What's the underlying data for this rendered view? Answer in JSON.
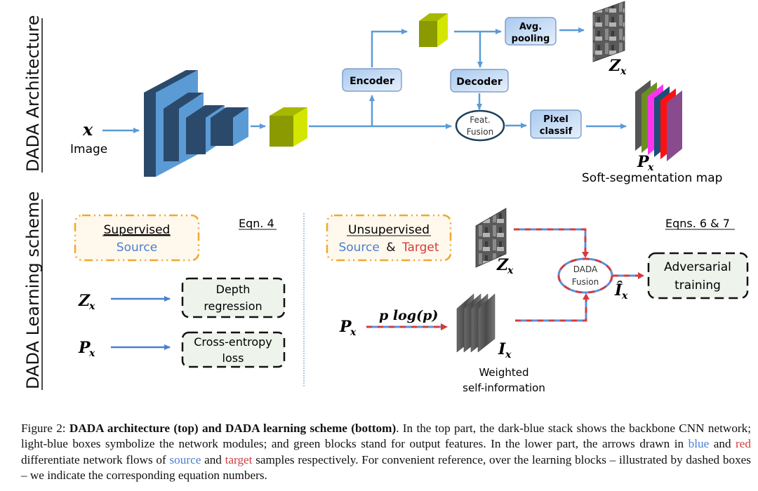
{
  "sections": {
    "architecture_label": "DADA Architecture",
    "learning_label": "DADA Learning scheme"
  },
  "architecture": {
    "input_symbol": "x",
    "input_label": "Image",
    "modules": {
      "encoder": "Encoder",
      "decoder": "Decoder",
      "avg_pooling_line1": "Avg.",
      "avg_pooling_line2": "pooling",
      "pixel_classif_line1": "Pixel",
      "pixel_classif_line2": "classif",
      "feat_fusion_line1": "Feat.",
      "feat_fusion_line2": "Fusion"
    },
    "depth_output_symbol": "Z",
    "depth_output_subscript": "x",
    "seg_output_symbol": "P",
    "seg_output_subscript": "x",
    "seg_output_label": "Soft-segmentation map",
    "seg_channel_colors": [
      "#555555",
      "#6b8e23",
      "#ff33ee",
      "#1e4d78",
      "#ff1010",
      "#8a4a8e"
    ]
  },
  "learning": {
    "supervised": {
      "title": "Supervised",
      "source_label": "Source",
      "equation_ref": "Eqn. 4",
      "rows": [
        {
          "symbol": "Z",
          "subscript": "x",
          "box_line1": "Depth",
          "box_line2": "regression"
        },
        {
          "symbol": "P",
          "subscript": "x",
          "box_line1": "Cross-entropy",
          "box_line2": "loss"
        }
      ]
    },
    "unsupervised": {
      "title": "Unsupervised",
      "source_label": "Source",
      "amp": "&",
      "target_label": "Target",
      "equation_ref": "Eqns. 6 & 7",
      "depth_symbol": "Z",
      "depth_subscript": "x",
      "seg_symbol": "P",
      "seg_subscript": "x",
      "transform_label": "p log(p)",
      "selfinfo_symbol": "I",
      "selfinfo_subscript": "x",
      "selfinfo_label_line1": "Weighted",
      "selfinfo_label_line2": "self-information",
      "fusion_line1": "DADA",
      "fusion_line2": "Fusion",
      "fused_symbol": "Î",
      "fused_subscript": "x",
      "adv_line1": "Adversarial",
      "adv_line2": "training"
    }
  },
  "colors": {
    "flow_blue": "#5b9bd5",
    "source_blue": "#4a7fd0",
    "target_red": "#d23c3c",
    "supervision_orange": "#f0a830",
    "backbone_dark": "#2b4a6b",
    "backbone_light": "#5b9bd5",
    "feature_green": "#8a9a00",
    "feature_green_light": "#d4e600"
  },
  "caption": {
    "figure_label": "Figure 2:",
    "bold_title": "DADA architecture (top) and DADA learning scheme (bottom)",
    "part1": ". In the top part, the dark-blue stack shows the backbone CNN network; light-blue boxes symbolize the network modules; and green blocks stand for output features. In the lower part, the arrows drawn in ",
    "blue_word": "blue",
    "and1": " and ",
    "red_word": "red",
    "part2": " differentiate network flows of ",
    "source_word": "source",
    "and2": " and ",
    "target_word": "target",
    "part3": " samples respectively. For convenient reference, over the learning blocks – illustrated by dashed boxes – we indicate the corresponding equation numbers."
  }
}
